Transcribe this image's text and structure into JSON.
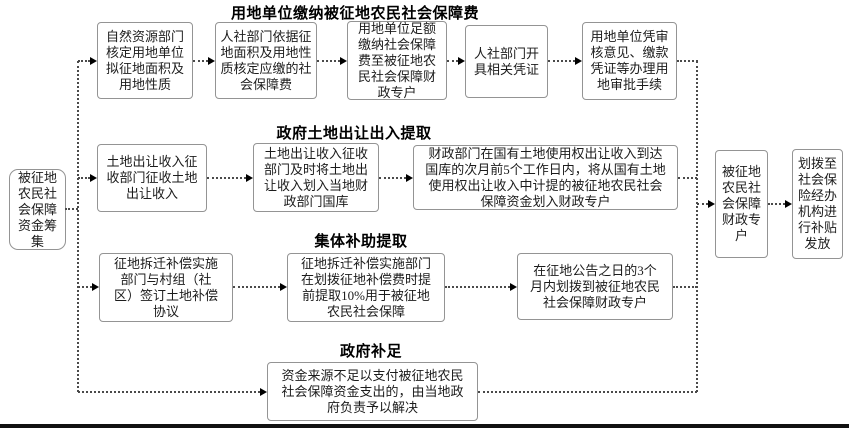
{
  "diagram": {
    "source": "被征地\n农民社\n会保障\n资金筹\n集",
    "sections": [
      {
        "title": "用地单位缴纳被征地农民社会保障费",
        "boxes": [
          "自然资源部门\n核定用地单位\n拟征地面积及\n用地性质",
          "人社部门依据征\n地面积及用地性\n质核定应缴的社\n会保障费",
          "用地单位足额\n缴纳社会保障\n费至被征地农\n民社会保障财\n政专户",
          "人社部门开\n具相关凭证",
          "用地单位凭审\n核意见、缴款\n凭证等办理用\n地审批手续"
        ]
      },
      {
        "title": "政府土地出让出入提取",
        "boxes": [
          "土地出让收入征\n收部门征收土地\n出让收入",
          "土地出让收入征收\n部门及时将土地出\n让收入划入当地财\n政部门国库",
          "财政部门在国有土地使用权出让收入到达\n国库的次月前5个工作日内，将从国有土地\n使用权出让收入中计提的被征地农民社会\n保障资金划入财政专户"
        ]
      },
      {
        "title": "集体补助提取",
        "boxes": [
          "征地拆迁补偿实施\n部门与村组（社\n区）签订土地补偿\n协议",
          "征地拆迁补偿实施部门\n在划拨征地补偿费时提\n前提取10%用于被征地\n农民社会保障",
          "在征地公告之日的3个\n月内划拨到被征地农民\n社会保障财政专户"
        ]
      },
      {
        "title": "政府补足",
        "boxes": [
          "资金来源不足以支付被征地农民\n社会保障资金支出的，由当地政\n府负责予以解决"
        ]
      }
    ],
    "sinks": [
      "被征地\n农民社\n会保障\n财政专\n户",
      "划拨至\n社会保\n险经办\n机构进\n行补贴\n发放"
    ],
    "colors": {
      "box_border": "#949494",
      "dotted_line": "#4a4a4a",
      "arrowhead": "#000000",
      "bottom_divider": "#111111"
    }
  }
}
